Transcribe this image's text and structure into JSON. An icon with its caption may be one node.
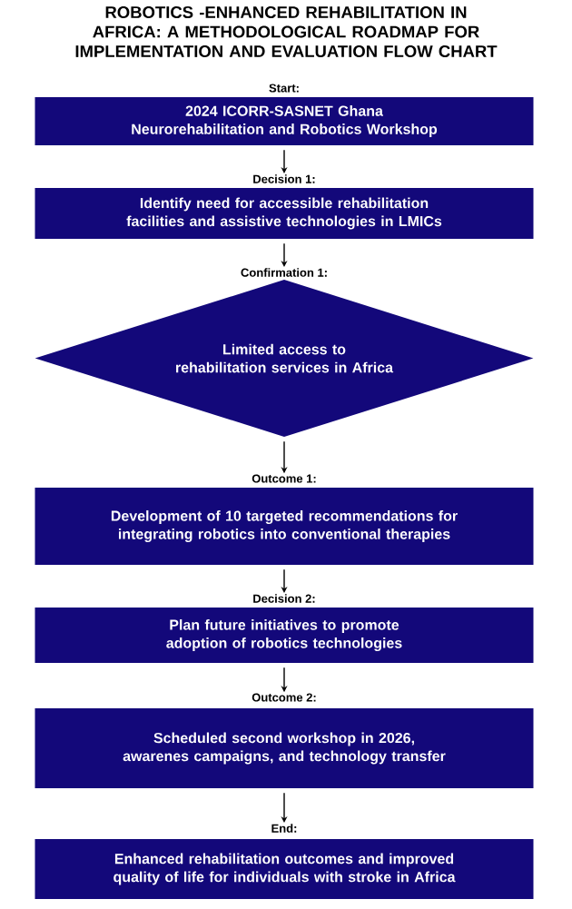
{
  "diagram": {
    "title": "ROBOTICS -ENHANCED REHABILITATION IN AFRICA: A METHODOLOGICAL ROADMAP FOR IMPLEMENTATION AND EVALUATION FLOW CHART",
    "nodes": [
      {
        "text": [
          "Start:",
          "2024 ICORR-SASNET Ghana Neurorehabilitation and Robotics Workshop"
        ]
      },
      {
        "text": [
          "Decision 1:",
          "Identify need for accessible rehabilitation facilities and assistive technologies in LMICs"
        ]
      },
      {
        "text": [
          "Confirmation 1:",
          "Limited access to rehabilitation services in Africa"
        ]
      },
      {
        "text": [
          "Outcome 1:",
          "Development of 10 targeted recommendations for integrating robotics into conventional therapies"
        ]
      },
      {
        "text": [
          "Decision 2:",
          "Plan future initiatives to promote adoption of robotics technologies"
        ]
      },
      {
        "text": [
          "Outcome 2:",
          "Scheduled second workshop in 2026, awarenes campaigns, and technology transfer"
        ]
      },
      {
        "text": [
          "End:",
          "Enhanced rehabilitation outcomes and improved quality of life for individuals with stroke in Africa"
        ]
      }
    ],
    "edges": [
      {
        "from": 0,
        "to": 1,
        "arrow": "to"
      },
      {
        "from": 1,
        "to": 2,
        "arrow": "to"
      },
      {
        "from": 2,
        "to": 3,
        "arrow": "to"
      },
      {
        "from": 3,
        "to": 4,
        "arrow": "to"
      },
      {
        "from": 4,
        "to": 5,
        "arrow": "to"
      },
      {
        "from": 5,
        "to": 6,
        "arrow": "to"
      }
    ]
  }
}
